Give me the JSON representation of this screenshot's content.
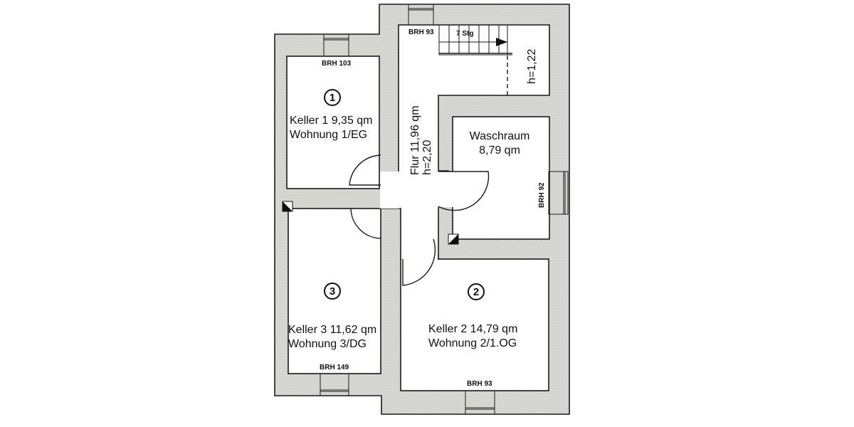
{
  "plan": {
    "rooms": [
      {
        "id": "keller1",
        "number": "1",
        "line1": "Keller 1  9,35 qm",
        "line2": "Wohnung 1/EG",
        "window_label": "BRH 103"
      },
      {
        "id": "keller2",
        "number": "2",
        "line1": "Keller 2  14,79 qm",
        "line2": "Wohnung 2/1.OG",
        "window_label": "BRH 93"
      },
      {
        "id": "keller3",
        "number": "3",
        "line1": "Keller 3  11,62 qm",
        "line2": "Wohnung 3/DG",
        "window_label": "BRH 149"
      },
      {
        "id": "waschraum",
        "line1": "Waschraum",
        "line2": "8,79 qm",
        "window_label": "BRH 92"
      },
      {
        "id": "flur",
        "line1": "Flur 11,96 qm",
        "line2": "h=2,20",
        "window_label": "BRH 93"
      }
    ],
    "stairs": {
      "label": "7 Stg",
      "height_label": "h=1,22"
    },
    "colors": {
      "wall_fill": "#d9d9d6",
      "line": "#1a1a1a",
      "background": "#ffffff"
    }
  }
}
